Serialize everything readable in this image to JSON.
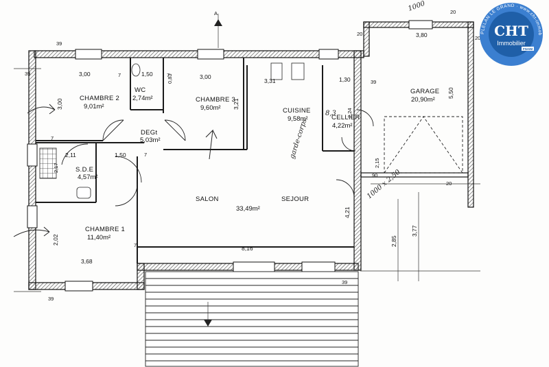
{
  "rooms": {
    "chambre2": {
      "name": "CHAMBRE 2",
      "area": "9,01m²"
    },
    "wc": {
      "name": "WC",
      "area": "2,74m²"
    },
    "chambre3": {
      "name": "CHAMBRE 3",
      "area": "9,60m²"
    },
    "cuisine": {
      "name": "CUISINE",
      "area": "9,58m²"
    },
    "cellier": {
      "name": "CELLIER",
      "area": "4,22m²"
    },
    "garage": {
      "name": "GARAGE",
      "area": "20,90m²"
    },
    "degt": {
      "name": "DEGt",
      "area": "5,03m²"
    },
    "sde": {
      "name": "S.D.E",
      "area": "4,57m²"
    },
    "chambre1": {
      "name": "CHAMBRE 1",
      "area": "11,40m²"
    },
    "salon": {
      "name": "SALON"
    },
    "sejour": {
      "name": "SEJOUR",
      "area": "33,49m²"
    }
  },
  "dimensions": {
    "ch2_width": "3,00",
    "wc_width": "1,50",
    "ch3_width": "3,00",
    "cuisine_width": "3,31",
    "cellier_width": "1,30",
    "garage_width": "3,80",
    "garage_depth": "5,50",
    "ch2_depth": "3,00",
    "wc_depth": "0,83",
    "ch3_depth": "3,21",
    "cellier_depth": "2,24",
    "sde_width": "2,11",
    "sde_door": "1,50",
    "sde_depth": "2,17",
    "ch1_depth": "2,02",
    "ch1_width": "3,68",
    "salon_width": "8,16",
    "sejour_depth": "4,21",
    "ext_285": "2,85",
    "ext_377": "3,77",
    "ext_215": "2,15",
    "ext_90": "90",
    "wall_39": "39",
    "wall_20": "20",
    "wall_7": "7"
  },
  "annotations": {
    "handwritten_rail": "garde-corps",
    "handwritten_opening": "1000 x 2,50",
    "handwritten_top": "1000",
    "handwritten_cellier": "8,3",
    "section_mark": "A"
  },
  "logo": {
    "brand": "CHT",
    "subtitle": "Immobilier",
    "ring_text": "PLELAN LE GRAND  ·  www.cht-immobilier.com",
    "fnaim": "FNAIM"
  },
  "colors": {
    "wall": "#1a1a1a",
    "hatch": "#555555",
    "logo_bg": "#1f5fa8",
    "logo_ring": "#3b7fd0"
  }
}
